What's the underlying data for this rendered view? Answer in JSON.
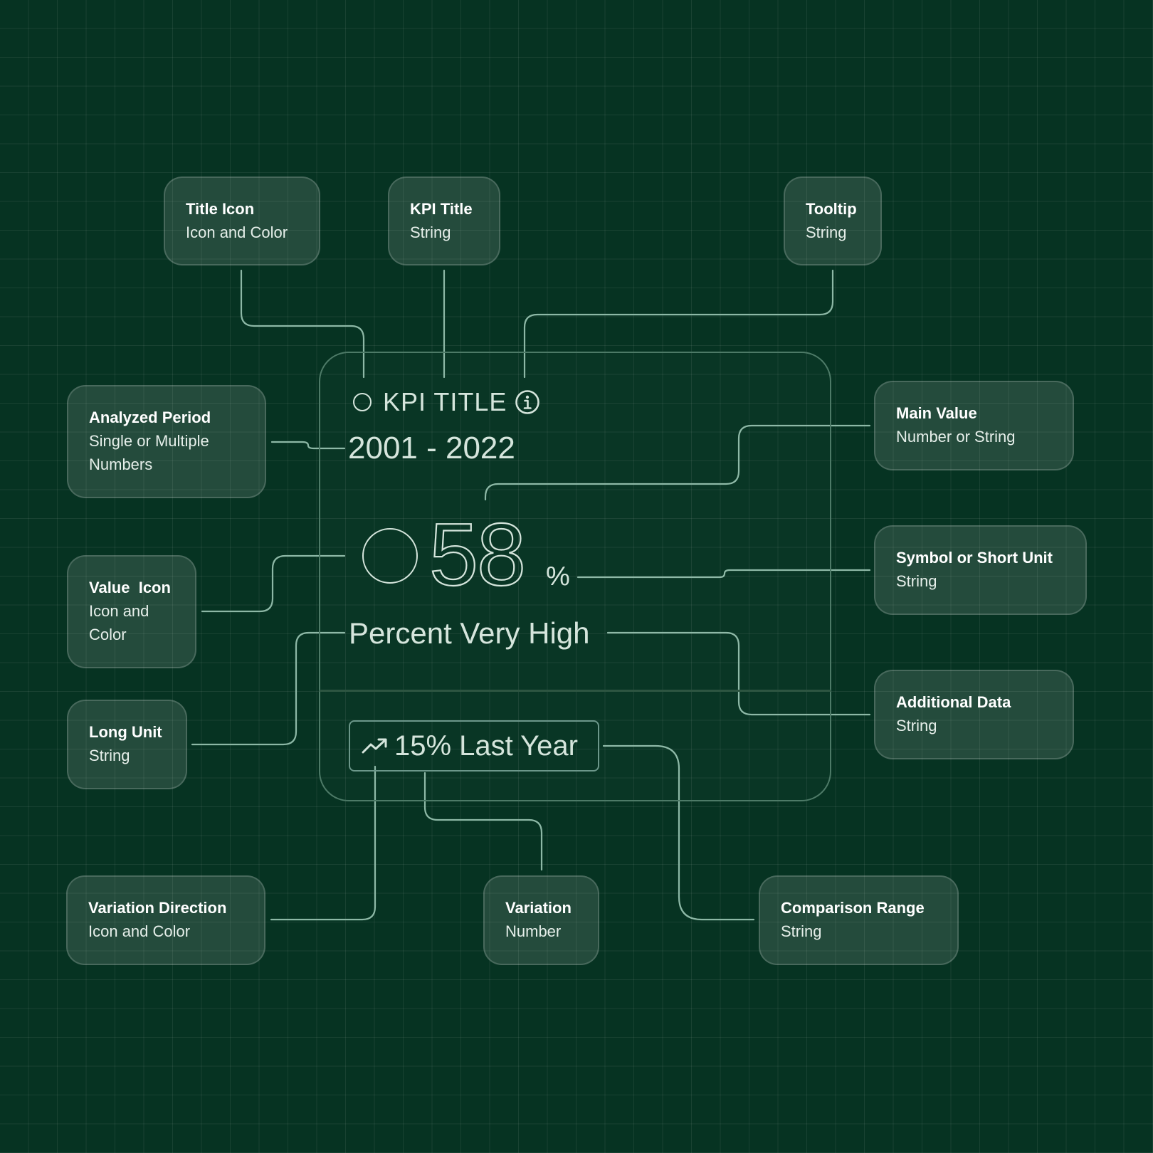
{
  "card": {
    "kpi_title": "KPI TITLE",
    "period": "2001 - 2022",
    "main_value": "58",
    "short_unit": "%",
    "long_unit": "Percent Very High",
    "variation": "15% Last Year"
  },
  "labels": {
    "title_icon": {
      "title": "Title Icon",
      "type": "Icon and Color"
    },
    "kpi_title": {
      "title": "KPI Title",
      "type": "String"
    },
    "tooltip": {
      "title": "Tooltip",
      "type": "String"
    },
    "analyzed_period": {
      "title": "Analyzed Period",
      "type": "Single or Multiple Numbers"
    },
    "main_value": {
      "title": "Main Value",
      "type": "Number or String"
    },
    "value_icon": {
      "title": "Value  Icon",
      "type": "Icon and Color"
    },
    "symbol_unit": {
      "title": "Symbol or Short Unit",
      "type": "String"
    },
    "long_unit": {
      "title": "Long Unit",
      "type": "String"
    },
    "additional_data": {
      "title": "Additional Data",
      "type": "String"
    },
    "variation_direction": {
      "title": "Variation Direction",
      "type": "Icon and Color"
    },
    "variation": {
      "title": "Variation",
      "type": "Number"
    },
    "comparison_range": {
      "title": "Comparison Range",
      "type": "String"
    }
  },
  "colors": {
    "background": "#063322",
    "grid": "#1e4a38",
    "card_border": "#4d7a67",
    "connector": "#8db8a6",
    "card_text": "#d5e5dc",
    "label_box": "#275544"
  },
  "icons": {
    "title_icon": "circle-outline-icon",
    "tooltip": "info-icon",
    "value_icon": "circle-outline-icon",
    "variation_direction": "trending-up-icon"
  }
}
